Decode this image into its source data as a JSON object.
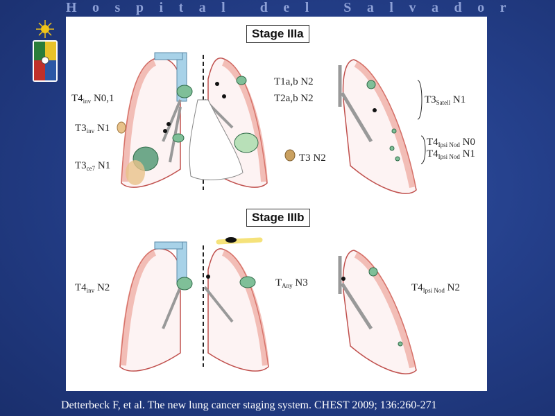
{
  "header": {
    "title": "Hospital del Salvador"
  },
  "figure": {
    "stage_a": {
      "title": "Stage IIIa",
      "labels": {
        "t4_inv": {
          "main": "T4",
          "sub": "inv",
          "tail": " N0,1"
        },
        "t3_inv": {
          "main": "T3",
          "sub": "inv",
          "tail": " N1"
        },
        "t3_ce": {
          "main": "T3",
          "sub": "ce7",
          "tail": " N1"
        },
        "t1ab": {
          "main": "T1a,b N2",
          "sub": "",
          "tail": ""
        },
        "t2ab": {
          "main": "T2a,b N2",
          "sub": "",
          "tail": ""
        },
        "t3_n2": {
          "main": "T3 N2",
          "sub": "",
          "tail": ""
        },
        "t3_satell": {
          "main": "T3",
          "sub": "Satell",
          "tail": " N1"
        },
        "t4_ipsi_n0": {
          "main": "T4",
          "sub": "Ipsi Nod",
          "tail": " N0"
        },
        "t4_ipsi_n1": {
          "main": "T4",
          "sub": "Ipsi Nod",
          "tail": " N1"
        }
      }
    },
    "stage_b": {
      "title": "Stage IIIb",
      "labels": {
        "t4_inv_n2": {
          "main": "T4",
          "sub": "inv",
          "tail": " N2"
        },
        "tany_n3": {
          "main": "T",
          "sub": "Any",
          "tail": " N3"
        },
        "t4_ipsi_n2": {
          "main": "T4",
          "sub": "Ipsi Nod",
          "tail": " N2"
        }
      }
    }
  },
  "citation": "Detterbeck F, et al. The new lung cancer staging system. CHEST 2009; 136:260-271",
  "colors": {
    "background": "#243f8a",
    "lung_edge": "#e58c80",
    "tumor": "#7fbf98",
    "trachea": "#a8d2e8",
    "header_text": "#8da0d6"
  }
}
